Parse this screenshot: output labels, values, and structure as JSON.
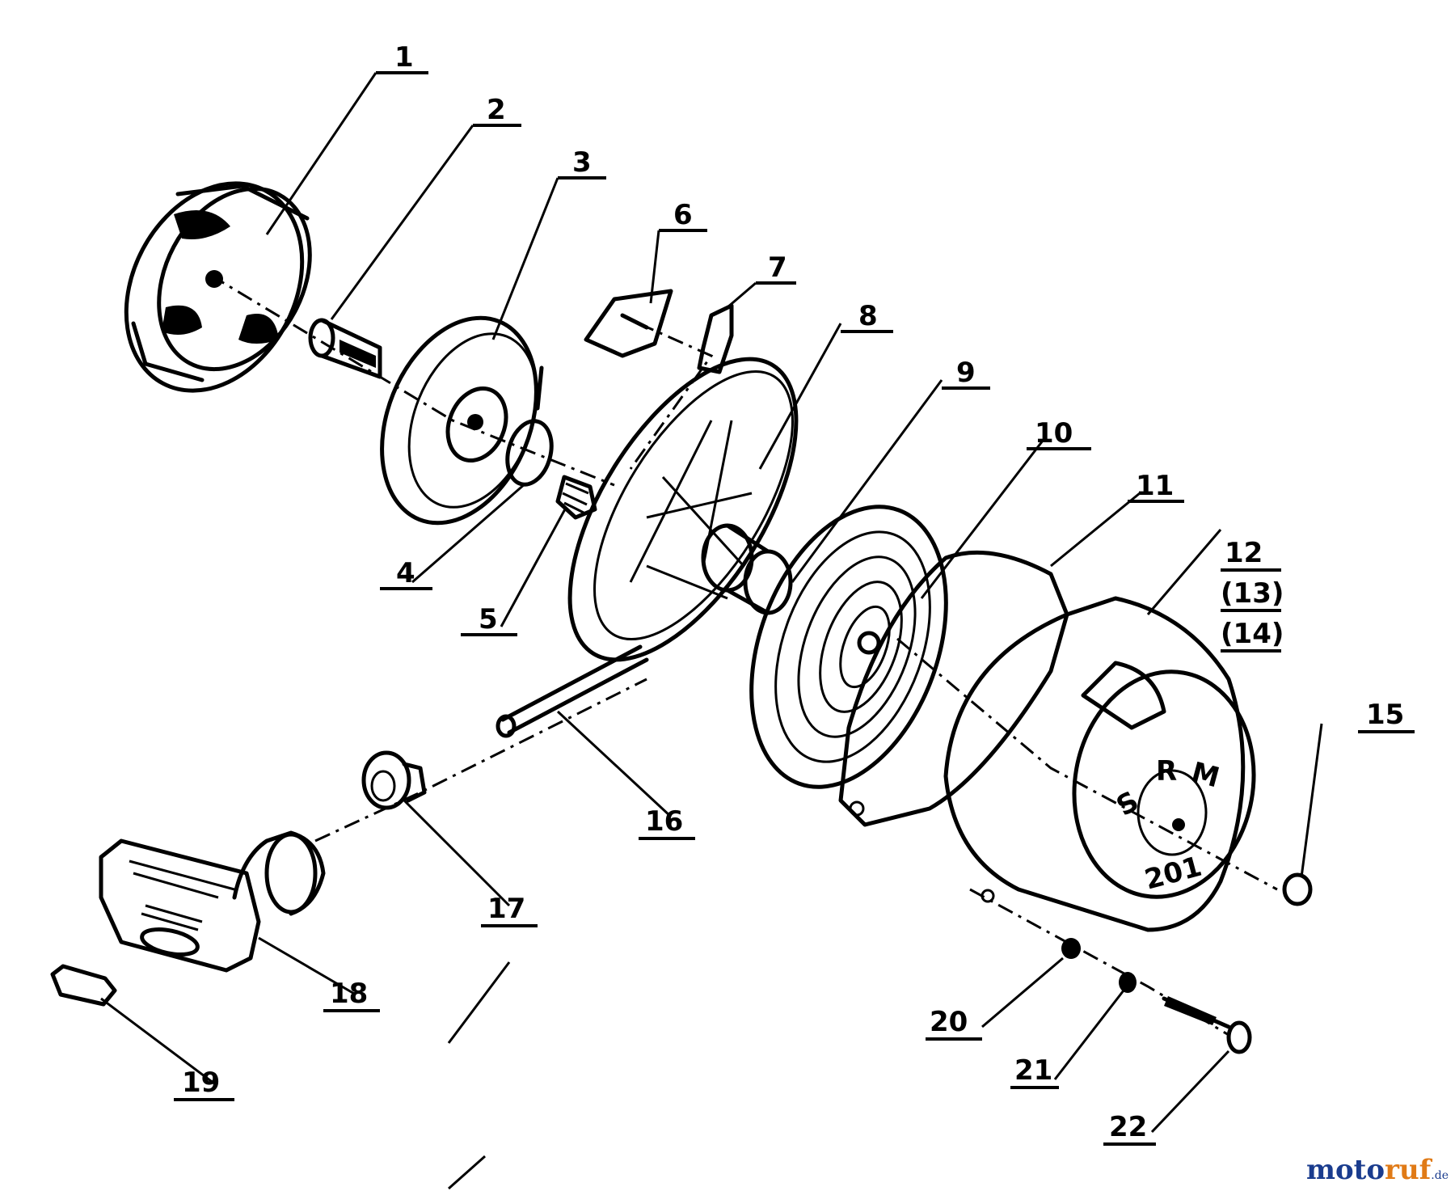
{
  "callouts": [
    {
      "id": "1",
      "label": "1"
    },
    {
      "id": "2",
      "label": "2"
    },
    {
      "id": "3",
      "label": "3"
    },
    {
      "id": "4",
      "label": "4"
    },
    {
      "id": "5",
      "label": "5"
    },
    {
      "id": "6",
      "label": "6"
    },
    {
      "id": "7",
      "label": "7"
    },
    {
      "id": "8",
      "label": "8"
    },
    {
      "id": "9",
      "label": "9"
    },
    {
      "id": "10",
      "label": "10"
    },
    {
      "id": "11",
      "label": "11"
    },
    {
      "id": "12",
      "label": "12"
    },
    {
      "id": "13",
      "label": "(13)"
    },
    {
      "id": "14",
      "label": "(14)"
    },
    {
      "id": "15",
      "label": "15"
    },
    {
      "id": "16",
      "label": "16"
    },
    {
      "id": "17",
      "label": "17"
    },
    {
      "id": "18",
      "label": "18"
    },
    {
      "id": "19",
      "label": "19"
    },
    {
      "id": "20",
      "label": "20"
    },
    {
      "id": "21",
      "label": "21"
    },
    {
      "id": "22",
      "label": "22"
    }
  ],
  "housing_markings": {
    "letters": [
      "S",
      "R",
      "M"
    ],
    "model": "201"
  },
  "watermark": {
    "brand_a": "moto",
    "brand_b": "ruf",
    "suffix": ".de"
  }
}
